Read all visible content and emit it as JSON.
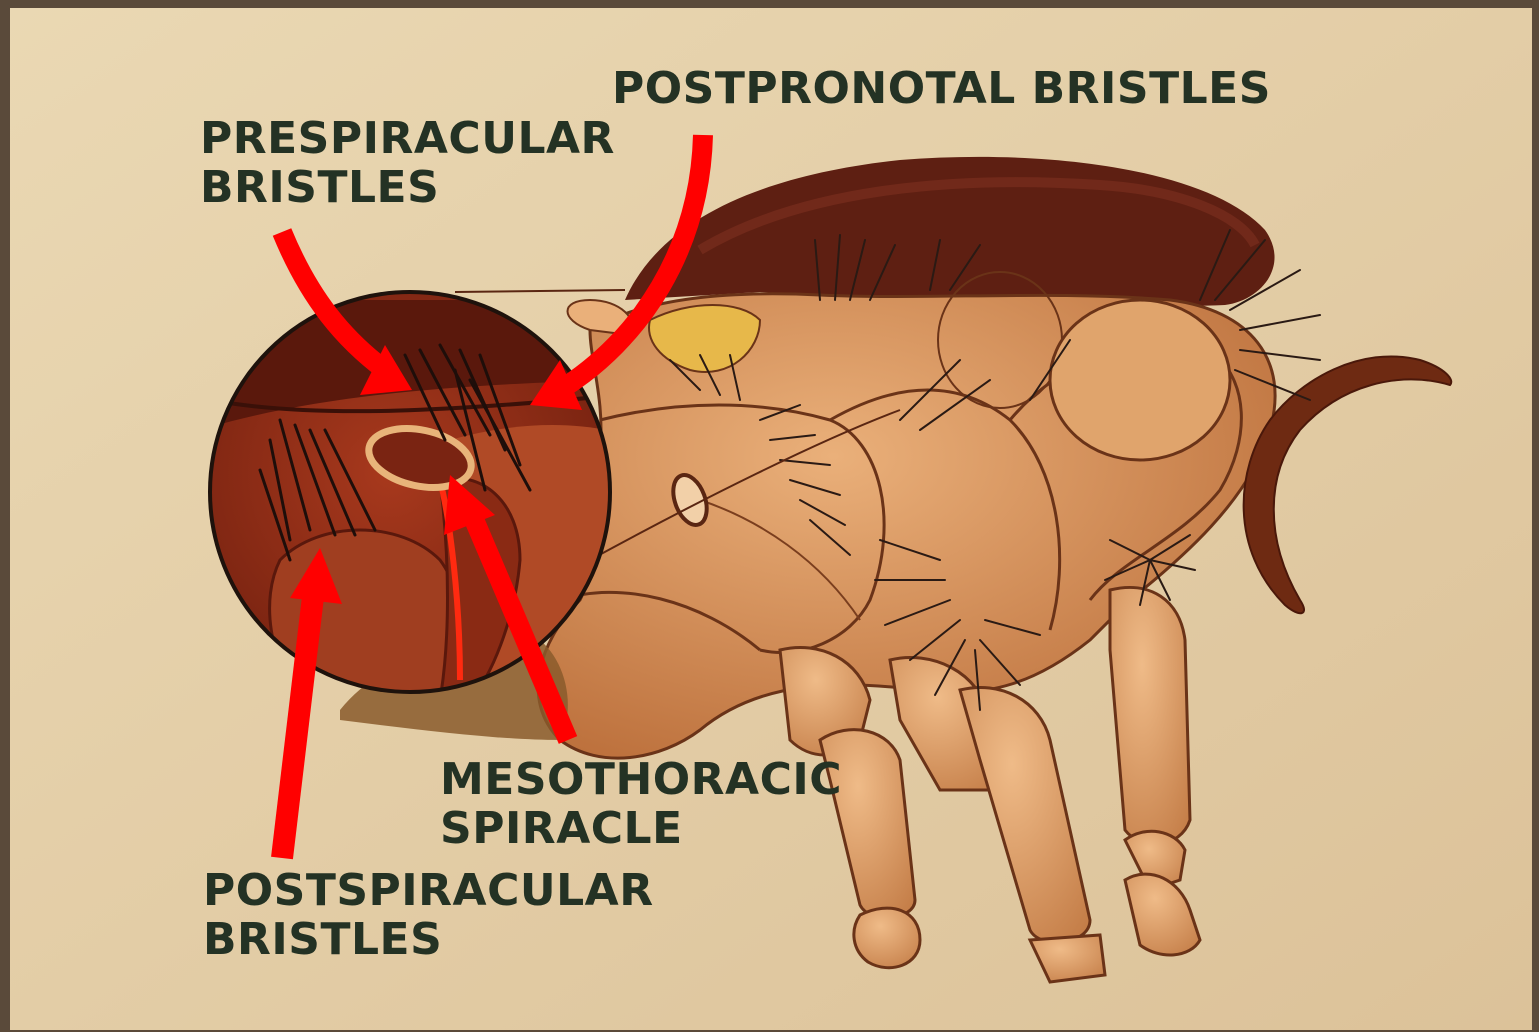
{
  "labels": {
    "postpronotal": {
      "lines": [
        "POSTPRONOTAL BRISTLES"
      ]
    },
    "prespiracular": {
      "lines": [
        "PRESPIRACULAR",
        "BRISTLES"
      ]
    },
    "mesothoracic": {
      "lines": [
        "MESOTHORACIC",
        "SPIRACLE"
      ]
    },
    "postspiracular": {
      "lines": [
        "POSTSPIRACULAR",
        "BRISTLES"
      ]
    }
  },
  "colors": {
    "background": "#e3cfa6",
    "text": "#243224",
    "arrow": "#ff0000",
    "magnifier": "#8a2c14",
    "body": "#d99660",
    "dark_body": "#5a1e10"
  }
}
